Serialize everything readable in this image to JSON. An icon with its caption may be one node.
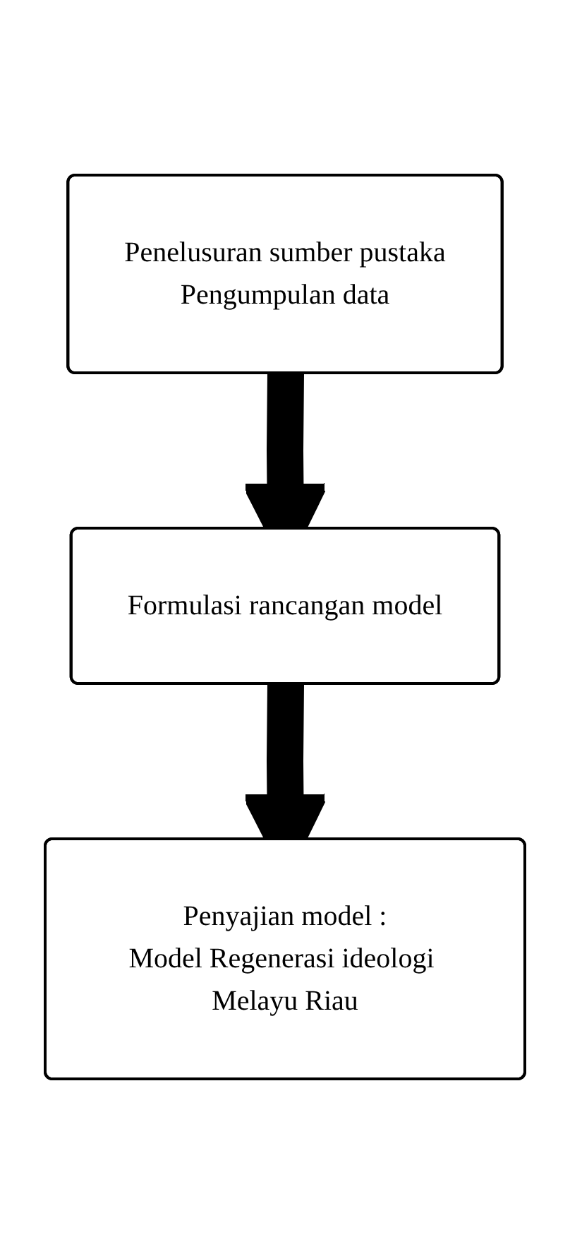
{
  "diagram": {
    "nodes": [
      {
        "text": [
          "Penelusuran sumber pustaka",
          "Pengumpulan data"
        ]
      },
      {
        "text": [
          "Formulasi rancangan model"
        ]
      },
      {
        "text": [
          "Penyajian model :",
          "Model Regenerasi ideologi Melayu Riau"
        ]
      }
    ],
    "edges": [
      {
        "from": 0,
        "to": 1,
        "arrow": "to"
      },
      {
        "from": 1,
        "to": 2,
        "arrow": "to"
      }
    ]
  }
}
